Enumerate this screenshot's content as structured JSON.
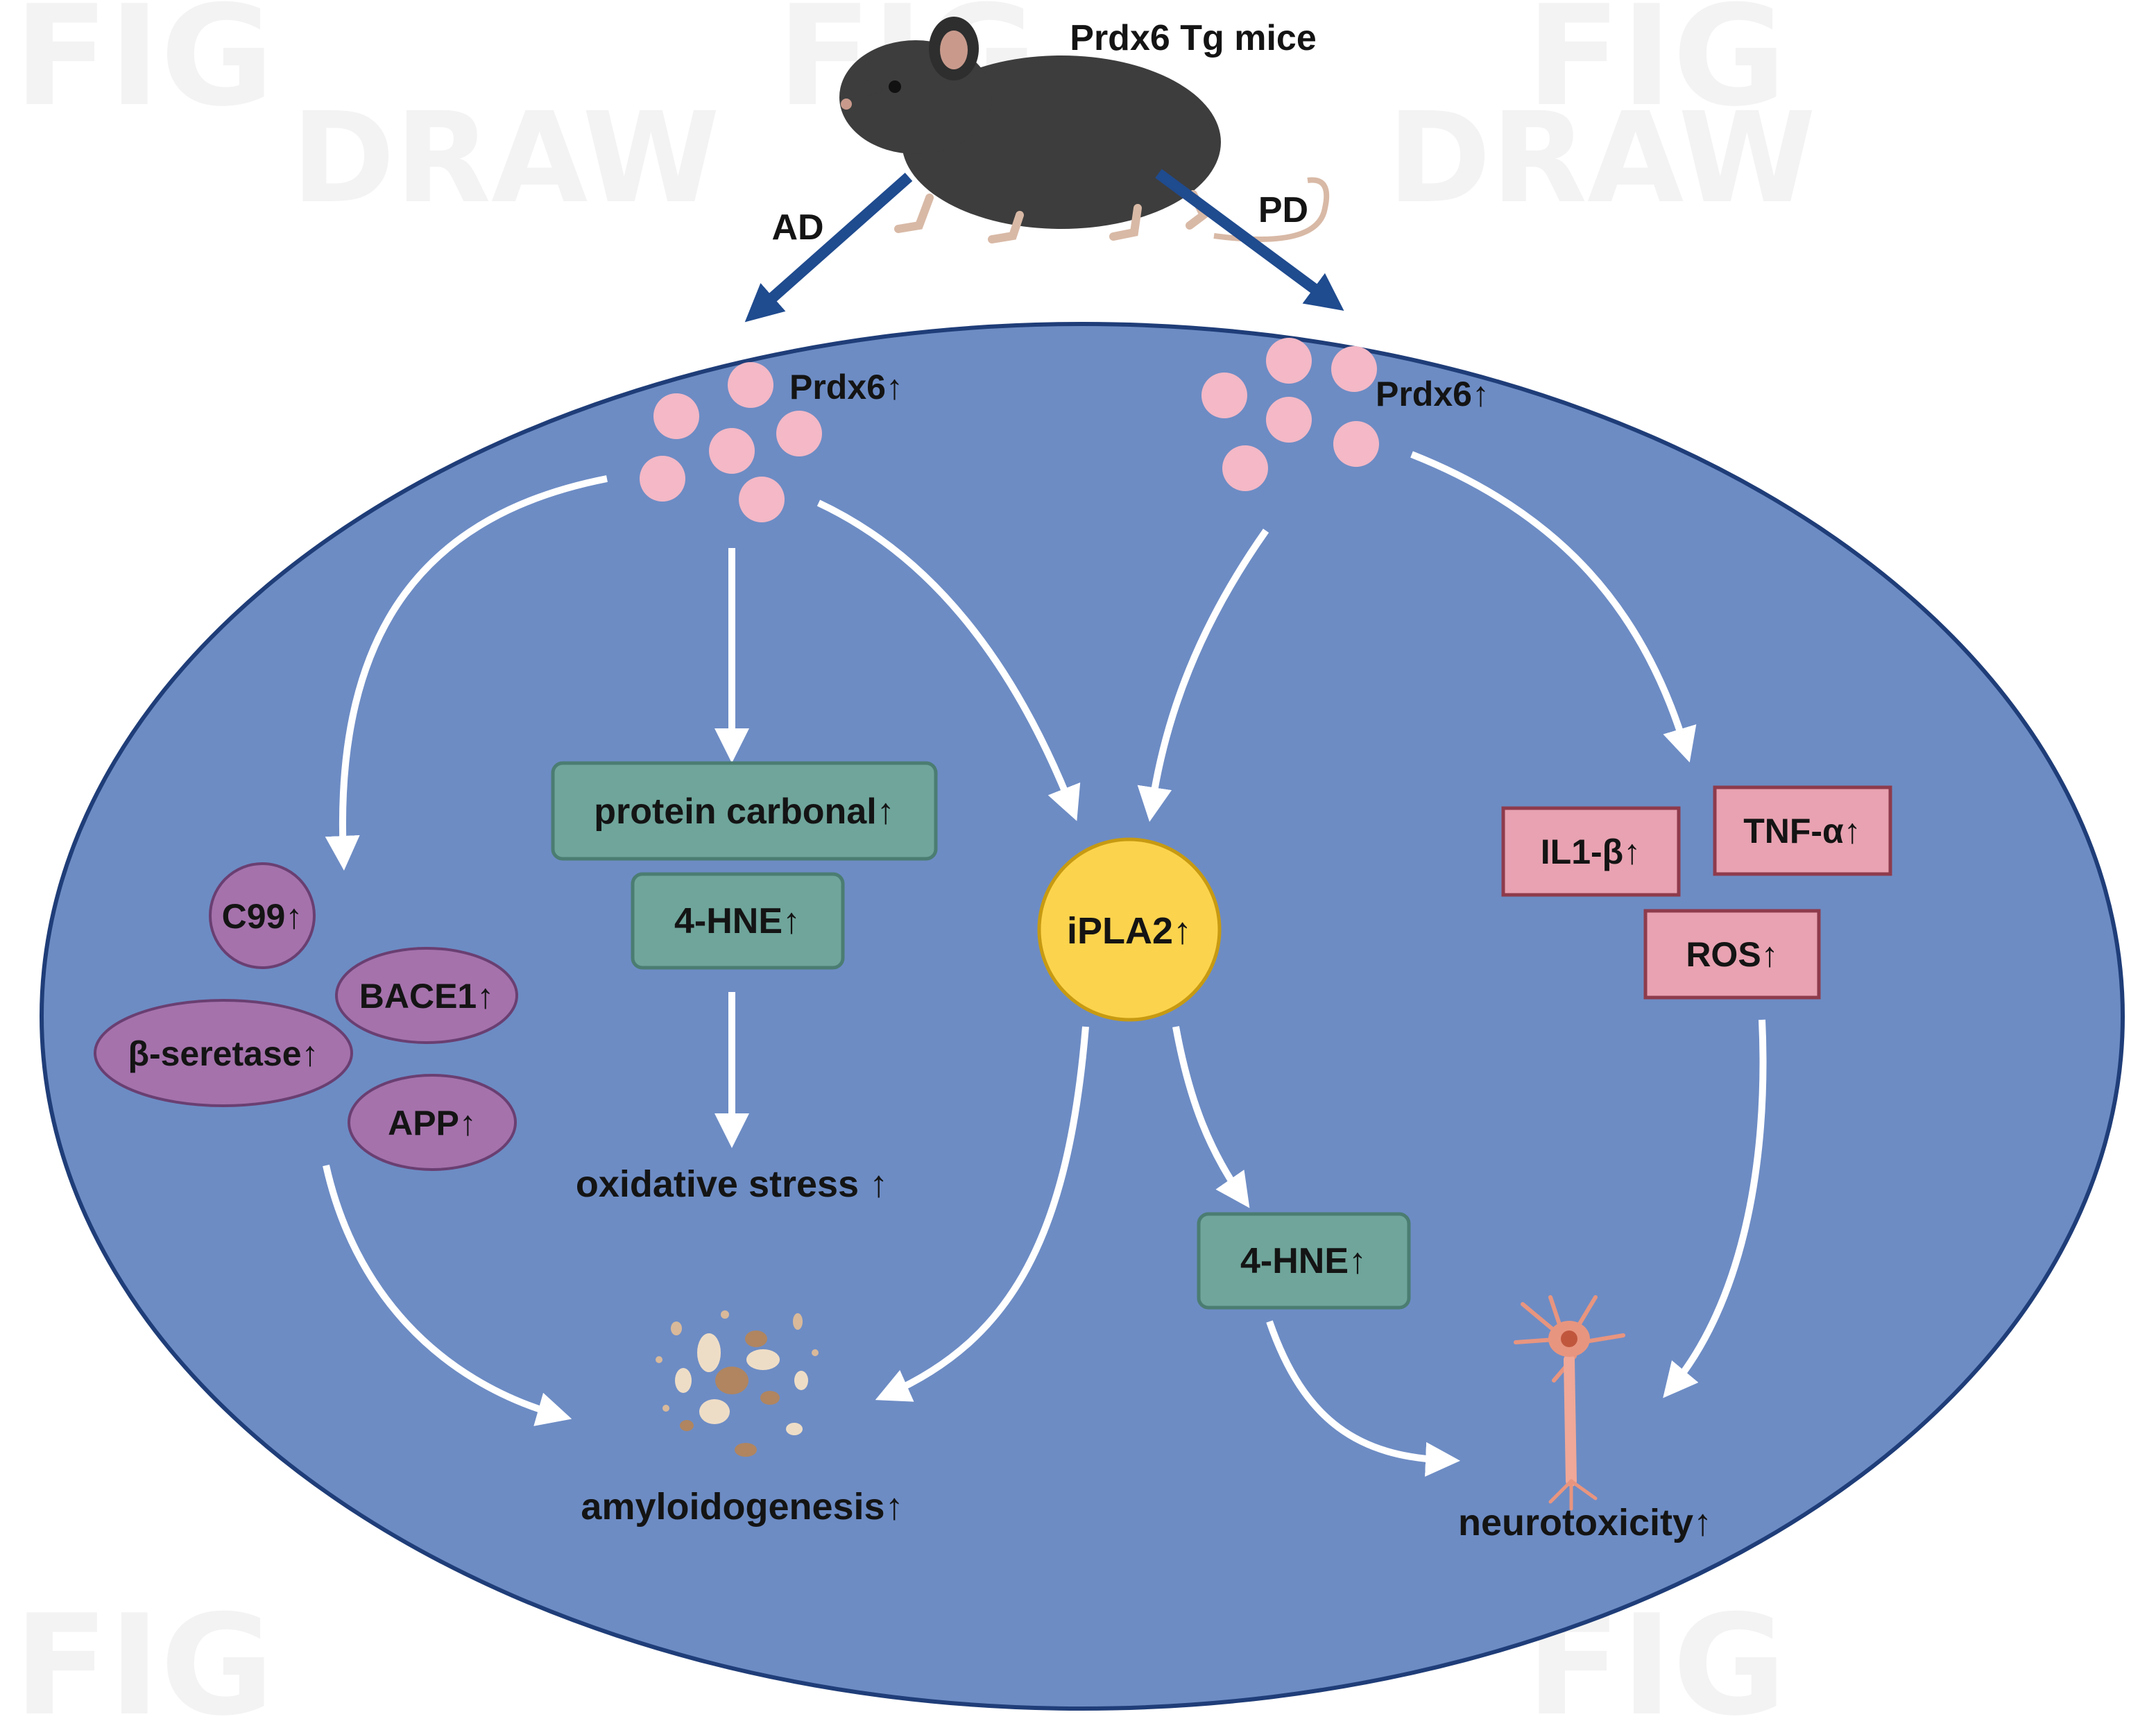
{
  "header": {
    "title": "Prdx6 Tg mice"
  },
  "branches": {
    "left": "AD",
    "right": "PD"
  },
  "clusters": {
    "left_label": "Prdx6↑",
    "right_label": "Prdx6↑"
  },
  "boxes": {
    "protein_carbonal": "protein carbonal↑",
    "hne_left": "4-HNE↑",
    "hne_right": "4-HNE↑",
    "il1b": "IL1-β↑",
    "tnfa": "TNF-α↑",
    "ros": "ROS↑"
  },
  "ellipses": {
    "c99": "C99↑",
    "bace1": "BACE1↑",
    "beta_seretase": "β-seretase↑",
    "app": "APP↑"
  },
  "center": {
    "iPLA2": "iPLA2↑"
  },
  "outcomes": {
    "oxidative_stress": "oxidative stress ↑",
    "amyloidogenesis": "amyloidogenesis↑",
    "neurotoxicity": "neurotoxicity↑"
  },
  "watermark": {
    "fig": "FIG",
    "draw": "DRAW"
  },
  "colors": {
    "cell_fill": "#6d8cc4",
    "cell_stroke": "#1f3d78",
    "dot": "#f4b8c6",
    "green_box": "#6fa59b",
    "green_stroke": "#4b7d72",
    "purple": "#a572ac",
    "purple_stroke": "#6a3f72",
    "pink_box": "#e8a2b1",
    "pink_stroke": "#8e3b4c",
    "yellow": "#fcd34d",
    "yellow_stroke": "#c79a12",
    "blue_arrow": "#1f4b8f",
    "white_arrow": "#ffffff"
  }
}
